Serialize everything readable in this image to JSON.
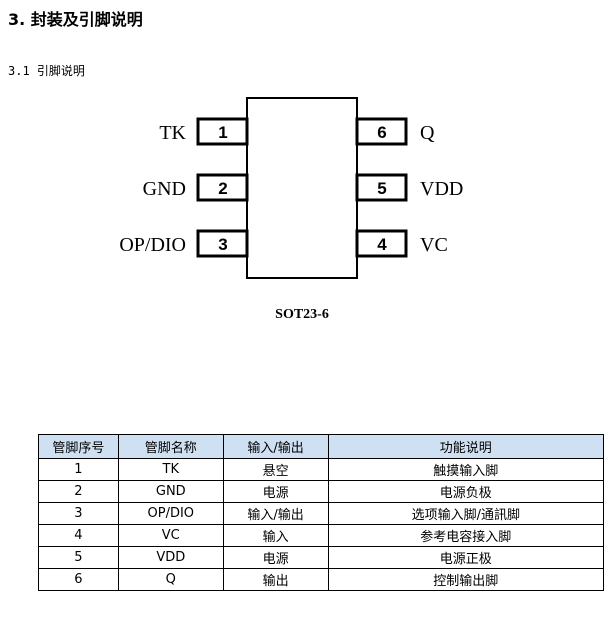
{
  "section": {
    "heading": "3.  封装及引脚说明",
    "subheading": "3.1 引脚说明"
  },
  "diagram": {
    "package_name": "SOT23-6",
    "left_pins": [
      {
        "num": "1",
        "name": "TK"
      },
      {
        "num": "2",
        "name": "GND"
      },
      {
        "num": "3",
        "name": "OP/DIO"
      }
    ],
    "right_pins": [
      {
        "num": "6",
        "name": "Q"
      },
      {
        "num": "5",
        "name": "VDD"
      },
      {
        "num": "4",
        "name": "VC"
      }
    ]
  },
  "table": {
    "headers": [
      "管脚序号",
      "管脚名称",
      "输入/输出",
      "功能说明"
    ],
    "rows": [
      [
        "1",
        "TK",
        "悬空",
        "触摸输入脚"
      ],
      [
        "2",
        "GND",
        "电源",
        "电源负极"
      ],
      [
        "3",
        "OP/DIO",
        "输入/输出",
        "选项输入脚/通訊脚"
      ],
      [
        "4",
        "VC",
        "输入",
        "参考电容接入脚"
      ],
      [
        "5",
        "VDD",
        "电源",
        "电源正极"
      ],
      [
        "6",
        "Q",
        "输出",
        "控制输出脚"
      ]
    ],
    "header_color": "#cfe0f3"
  }
}
